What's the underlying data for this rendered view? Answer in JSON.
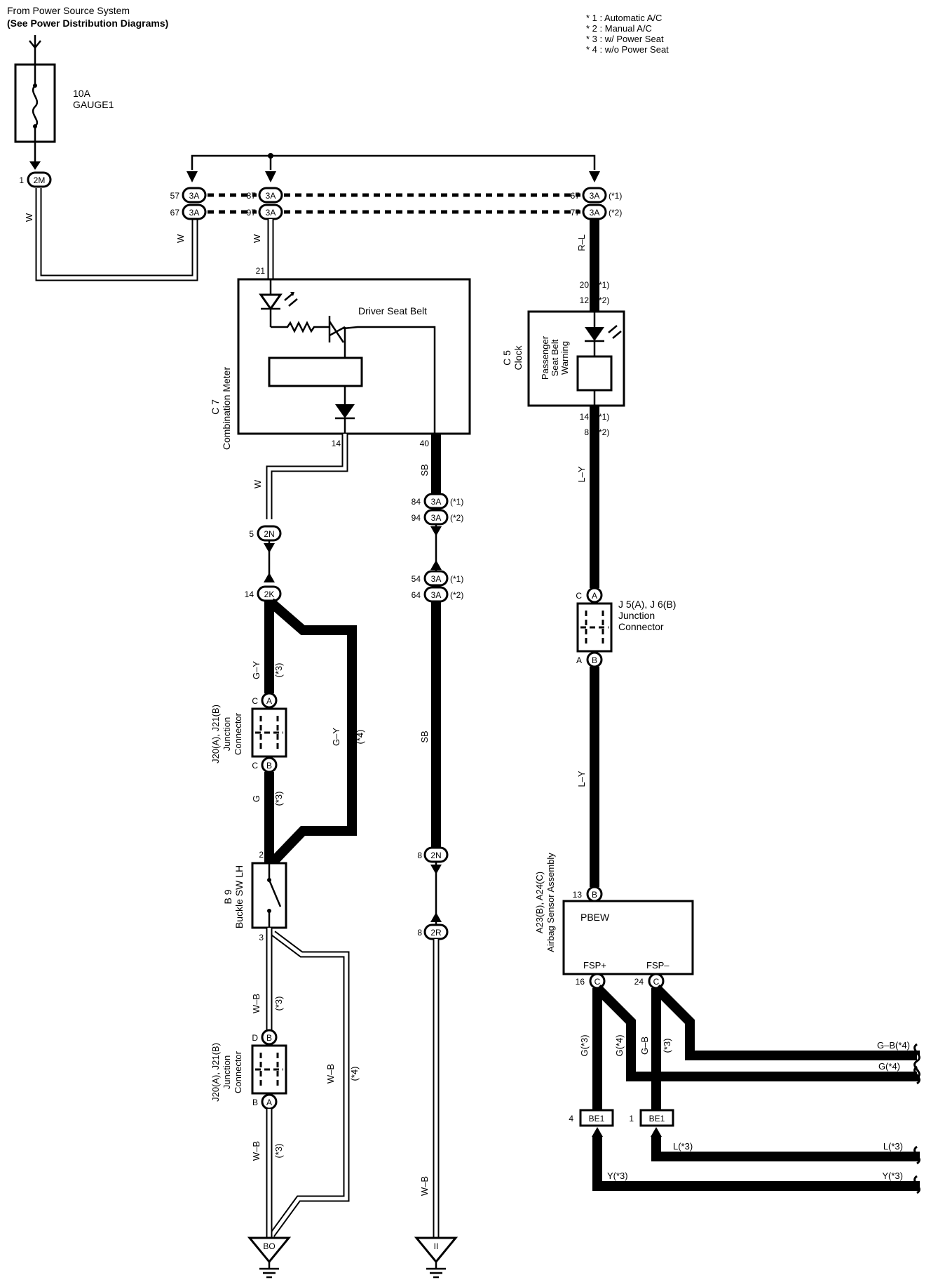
{
  "source": {
    "line1": "From Power Source System",
    "line2": "(See Power Distribution Diagrams)"
  },
  "notes": [
    "* 1 : Automatic A/C",
    "* 2 : Manual A/C",
    "* 3 : w/ Power Seat",
    "* 4 : w/o Power Seat"
  ],
  "fuse": {
    "rating": "10A",
    "name": "GAUGE1"
  },
  "connectors": {
    "c2M": "2M",
    "c3A": "3A",
    "c2N": "2N",
    "c2K": "2K",
    "c2R": "2R",
    "cA": "A",
    "cB": "B",
    "cC": "C",
    "cBE1": "BE1",
    "gBO": "BO",
    "gII": "II"
  },
  "pins": {
    "p1": "1",
    "p57": "57",
    "p67": "67",
    "p87": "87",
    "p97": "97",
    "p77": "77",
    "p21": "21",
    "p14": "14",
    "p40": "40",
    "p84": "84",
    "p94": "94",
    "p54": "54",
    "p64": "64",
    "p5": "5",
    "p2": "2",
    "p3": "3",
    "p8": "8",
    "p20": "20",
    "p12": "12",
    "p13": "13",
    "p16": "16",
    "p24": "24",
    "p4": "4",
    "pC": "C",
    "pD": "D",
    "pB": "B",
    "pA": "A"
  },
  "variants": {
    "v1": "(*1)",
    "v2": "(*2)",
    "v3": "(*3)",
    "v4": "(*4)"
  },
  "wires": {
    "W": "W",
    "RL": "R–L",
    "SB": "SB",
    "LY": "L–Y",
    "GY": "G–Y",
    "G": "G",
    "WB": "W–B",
    "GB": "G–B",
    "G3": "G(*3)",
    "G4": "G(*4)",
    "GB4": "G–B(*4)",
    "L3": "L(*3)",
    "Y3": "Y(*3)"
  },
  "components": {
    "meter_id": "C 7",
    "meter_name": "Combination Meter",
    "driver_seat_belt": "Driver Seat Belt",
    "clock_id": "C 5",
    "clock_name": "Clock",
    "passenger_l1": "Passenger",
    "passenger_l2": "Seat Belt",
    "passenger_l3": "Warning",
    "jc_right_id": "J 5(A), J 6(B)",
    "jc_right_l1": "Junction",
    "jc_right_l2": "Connector",
    "jc_left_id": "J20(A), J21(B)",
    "jc_left_l1": "Junction",
    "jc_left_l2": "Connector",
    "buckle_id": "B 9",
    "buckle_name": "Buckle SW LH",
    "airbag_id": "A23(B), A24(C)",
    "airbag_name": "Airbag Sensor Assembly",
    "pbew": "PBEW",
    "fsp_plus": "FSP+",
    "fsp_minus": "FSP–"
  },
  "colors": {
    "line": "#000000",
    "background": "#ffffff"
  }
}
